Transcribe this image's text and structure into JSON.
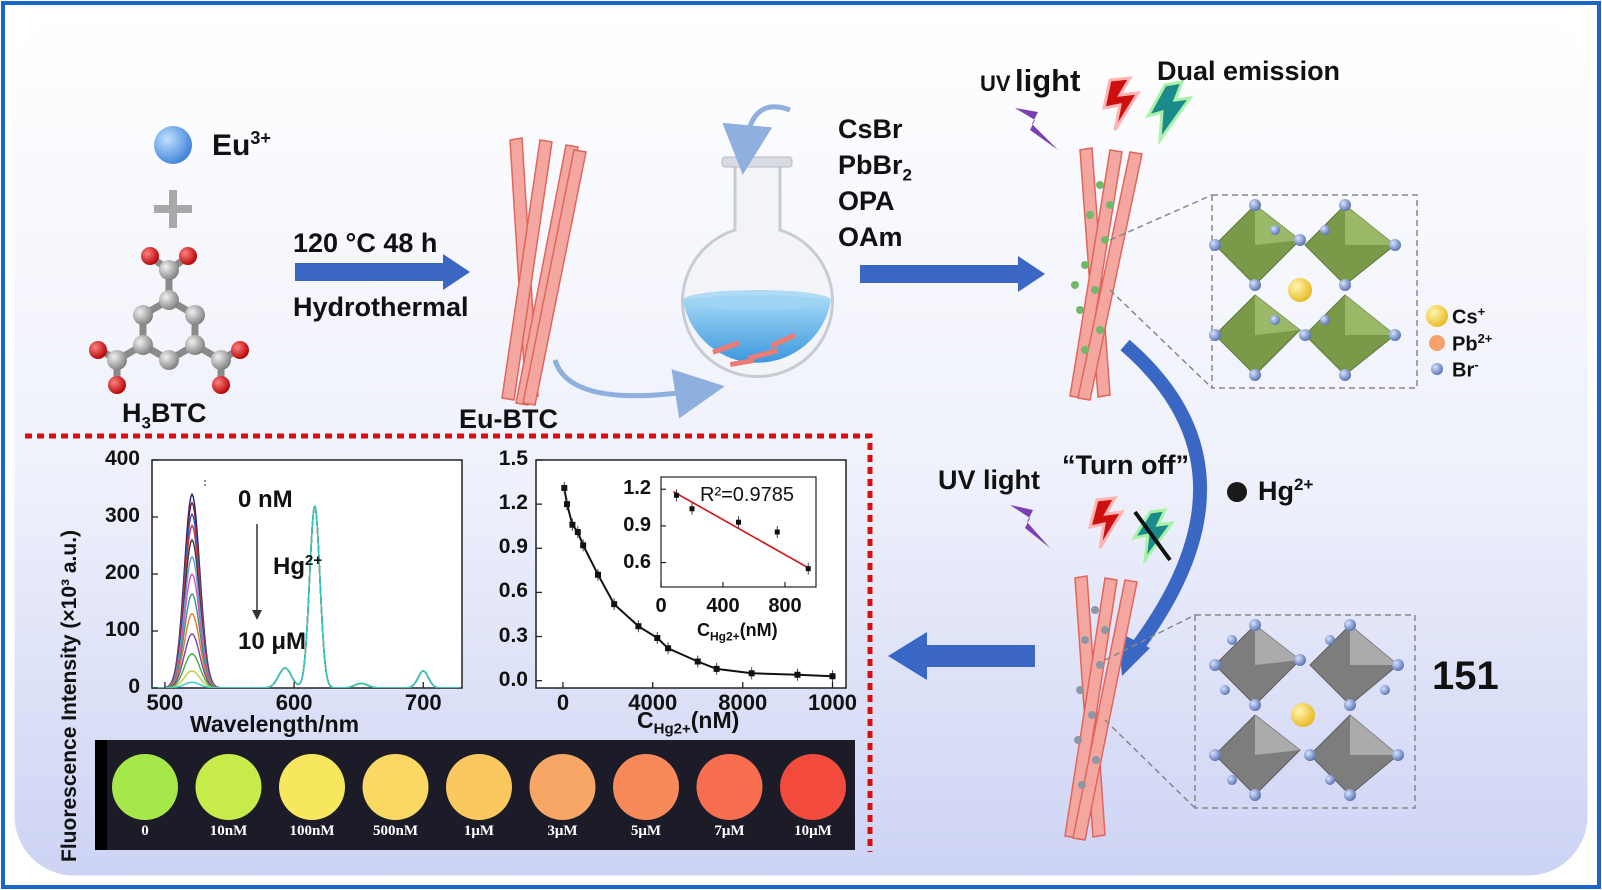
{
  "eu_ion": "Eu",
  "eu_ion_sup": "3+",
  "plus_sign": "+",
  "linker_main": "H",
  "linker_sub": "3",
  "linker_rest": "BTC",
  "step1_cond": "120 °C 48 h",
  "step1_method": "Hydrothermal",
  "mof_label": "Eu-BTC",
  "reagents": [
    "CsBr",
    "PbBr",
    "OPA",
    "OAm"
  ],
  "reagent_sub": "2",
  "uv_prefix": "UV",
  "uv_suffix": "light",
  "dual_emission": "Dual emission",
  "legend": [
    {
      "sym": "Cs",
      "sup": "+",
      "color": "#f2cf3b"
    },
    {
      "sym": "Pb",
      "sup": "2+",
      "color": "#f4a26a"
    },
    {
      "sym": "Br",
      "sup": "-",
      "color": "#7f97c9"
    }
  ],
  "uv_light2": "UV light",
  "turn_off": "“Turn off”",
  "hg_label": "Hg",
  "hg_sup": "2+",
  "page_number": "151",
  "chart_data": [
    {
      "type": "line",
      "title": "",
      "xlabel": "Wavelength/nm",
      "ylabel": "Fluorescence Intensity (×10³ a.u.)",
      "xlim": [
        490,
        730
      ],
      "ylim": [
        0,
        400
      ],
      "xticks": [
        "500",
        "600",
        "700"
      ],
      "yticks": [
        "0",
        "100",
        "200",
        "300",
        "400"
      ],
      "annotations": [
        "0 nM",
        "Hg",
        "2+",
        "10 μM"
      ],
      "peak_centers": [
        521,
        593,
        616,
        652,
        700
      ],
      "series": [
        {
          "peaks": [
            340,
            35,
            320,
            8,
            30
          ]
        },
        {
          "peaks": [
            325,
            35,
            320,
            8,
            30
          ]
        },
        {
          "peaks": [
            305,
            35,
            320,
            8,
            30
          ]
        },
        {
          "peaks": [
            285,
            35,
            320,
            8,
            30
          ]
        },
        {
          "peaks": [
            260,
            35,
            320,
            8,
            30
          ]
        },
        {
          "peaks": [
            230,
            35,
            320,
            8,
            30
          ]
        },
        {
          "peaks": [
            200,
            35,
            320,
            8,
            30
          ]
        },
        {
          "peaks": [
            165,
            35,
            320,
            8,
            30
          ]
        },
        {
          "peaks": [
            130,
            35,
            320,
            8,
            30
          ]
        },
        {
          "peaks": [
            95,
            35,
            320,
            8,
            30
          ]
        },
        {
          "peaks": [
            60,
            35,
            320,
            8,
            30
          ]
        },
        {
          "peaks": [
            30,
            35,
            320,
            8,
            30
          ]
        },
        {
          "peaks": [
            10,
            35,
            320,
            8,
            30
          ]
        }
      ]
    },
    {
      "type": "scatter",
      "xlabel": "C",
      "xlabel_sub": "Hg2+",
      "xlabel_unit": "(nM)",
      "xlim": [
        -100,
        1050
      ],
      "ylim": [
        -0.05,
        1.5
      ],
      "xticks": [
        "0",
        "4000",
        "8000",
        "1000"
      ],
      "xtick_values": [
        0,
        333,
        667,
        1000
      ],
      "yticks": [
        "0.0",
        "0.3",
        "0.6",
        "0.9",
        "1.2",
        "1.5"
      ],
      "ytick_values": [
        0.0,
        0.3,
        0.6,
        0.9,
        1.2,
        1.5
      ],
      "x": [
        5,
        15,
        35,
        55,
        75,
        130,
        190,
        280,
        350,
        390,
        500,
        570,
        700,
        870,
        1000
      ],
      "y": [
        1.31,
        1.2,
        1.06,
        1.01,
        0.92,
        0.72,
        0.52,
        0.37,
        0.29,
        0.22,
        0.13,
        0.08,
        0.05,
        0.04,
        0.03
      ]
    },
    {
      "type": "scatter",
      "inset": true,
      "annotation": "R²=0.9785",
      "xlabel": "C",
      "xlabel_sub": "Hg2+",
      "xlabel_unit": "(nM)",
      "xlim": [
        0,
        1000
      ],
      "ylim": [
        0.4,
        1.3
      ],
      "xticks": [
        "0",
        "400",
        "800"
      ],
      "xtick_values": [
        0,
        400,
        800
      ],
      "yticks": [
        "0.6",
        "0.9",
        "1.2"
      ],
      "ytick_values": [
        0.6,
        0.9,
        1.2
      ],
      "x": [
        100,
        200,
        500,
        750,
        950
      ],
      "y": [
        1.15,
        1.04,
        0.93,
        0.85,
        0.55
      ],
      "fit": [
        [
          80,
          1.18
        ],
        [
          960,
          0.55
        ]
      ]
    }
  ],
  "photo_labels": [
    "0",
    "10nM",
    "100nM",
    "500nM",
    "1μM",
    "3μM",
    "5μM",
    "7μM",
    "10μM"
  ],
  "photo_colors": [
    "#a6e84a",
    "#c7ec4a",
    "#f7e75e",
    "#f9d864",
    "#f9c85e",
    "#f7a665",
    "#f7895a",
    "#f76f4f",
    "#f24a3c"
  ]
}
